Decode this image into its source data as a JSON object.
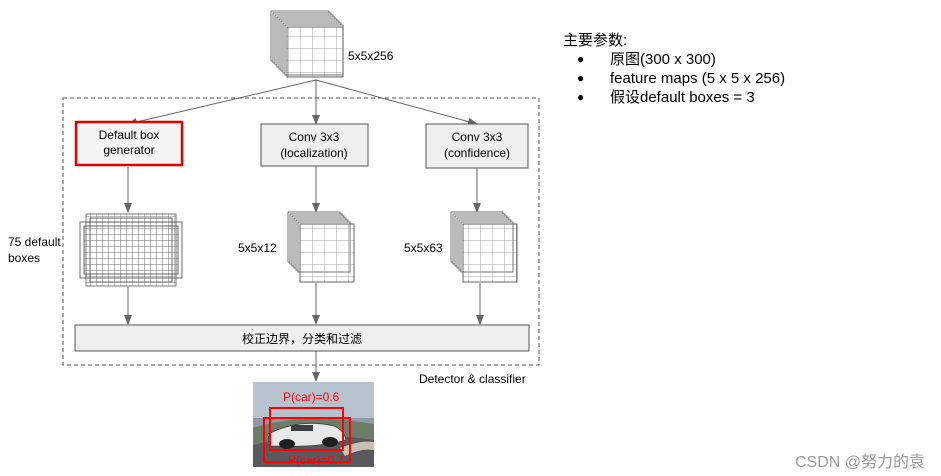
{
  "top_tensor_label": "5x5x256",
  "params": {
    "title": "主要参数:",
    "items": [
      "原图(300 x 300)",
      "feature maps (5 x 5 x 256)",
      "假设default boxes = 3"
    ]
  },
  "boxes": {
    "generator_line1": "Default box",
    "generator_line2": "generator",
    "loc_line1": "Conv 3x3",
    "loc_line2": "(localization)",
    "conf_line1": "Conv 3x3",
    "conf_line2": "(confidence)"
  },
  "side_labels": {
    "default_boxes_line1": "75 default",
    "default_boxes_line2": "boxes",
    "loc_tensor": "5x5x12",
    "conf_tensor": "5x5x63"
  },
  "merge_label": "校正边界，分类和过滤",
  "container_label": "Detector & classifier",
  "detections": [
    "P(car)=0.6",
    "P(car)=0.7"
  ],
  "watermark": "CSDN @努力的袁",
  "colors": {
    "highlight": "#e00000",
    "box_fill": "#efefef",
    "stroke": "#555555",
    "arrow": "#666666"
  }
}
